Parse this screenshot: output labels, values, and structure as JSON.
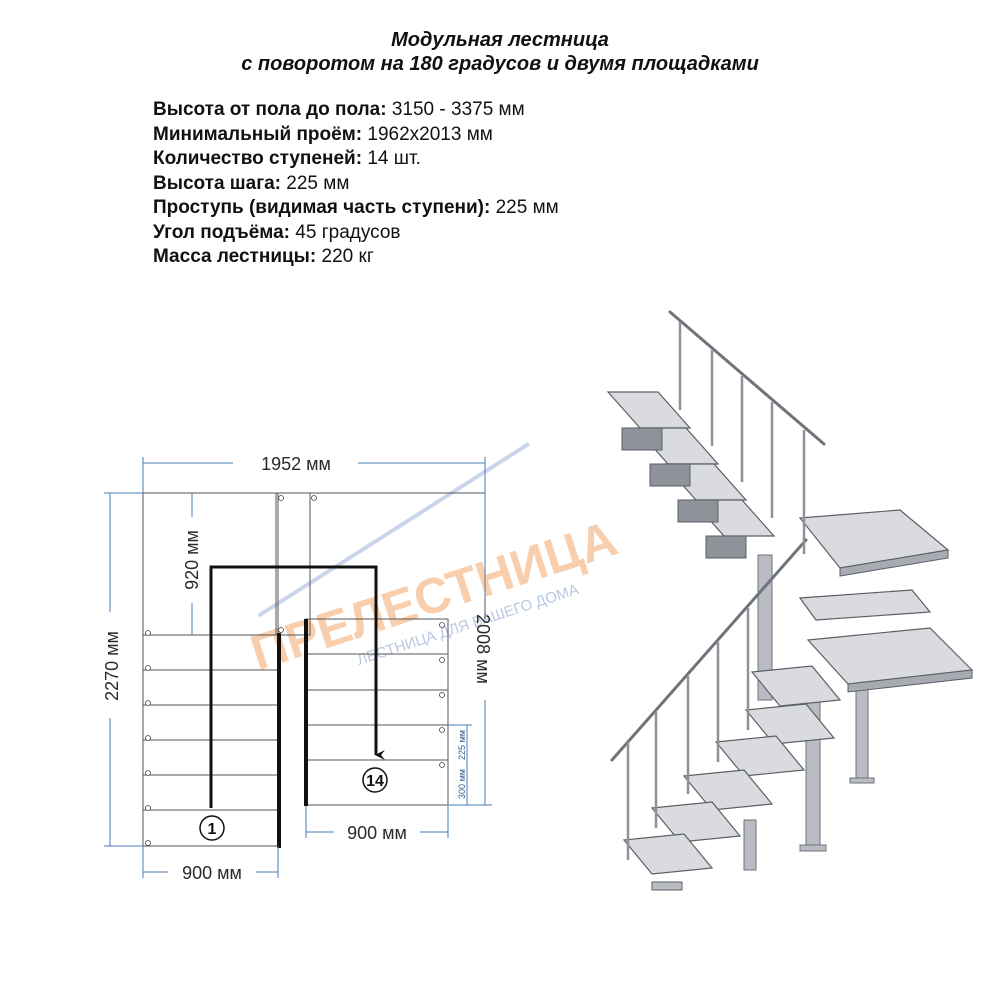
{
  "title": {
    "line1": "Модульная лестница",
    "line2": "с поворотом на 180 градусов и двумя площадками"
  },
  "specs": [
    {
      "label": "Высота от пола до пола:",
      "value": "3150 - 3375 мм"
    },
    {
      "label": "Минимальный проём:",
      "value": "1962x2013 мм"
    },
    {
      "label": "Количество ступеней:",
      "value": "14 шт."
    },
    {
      "label": "Высота шага:",
      "value": "225 мм"
    },
    {
      "label": "Проступь (видимая часть ступени):",
      "value": "225 мм"
    },
    {
      "label": "Угол подъёма:",
      "value": "45 градусов"
    },
    {
      "label": "Масса лестницы:",
      "value": "220 кг"
    }
  ],
  "plan": {
    "dim_total_width": "1952 мм",
    "dim_total_height": "2270 мм",
    "dim_landing": "920 мм",
    "dim_right_height": "2008 мм",
    "dim_left_width": "900 мм",
    "dim_right_width": "900 мм",
    "dim_step_height": "225 мм",
    "dim_step_depth": "300 мм",
    "step_first": "1",
    "step_last": "14"
  },
  "watermark": {
    "brand": "ПРЕЛЕСТНИЦА",
    "tagline": "ЛЕСТНИЦА ДЛЯ ВАШЕГО ДОМА"
  },
  "colors": {
    "dimension_line": "#4a7bb5",
    "watermark_orange": "#f2a66a",
    "watermark_blue": "#a9b9dc",
    "steel": "#b9bcc2",
    "steel_dark": "#6f737a"
  }
}
